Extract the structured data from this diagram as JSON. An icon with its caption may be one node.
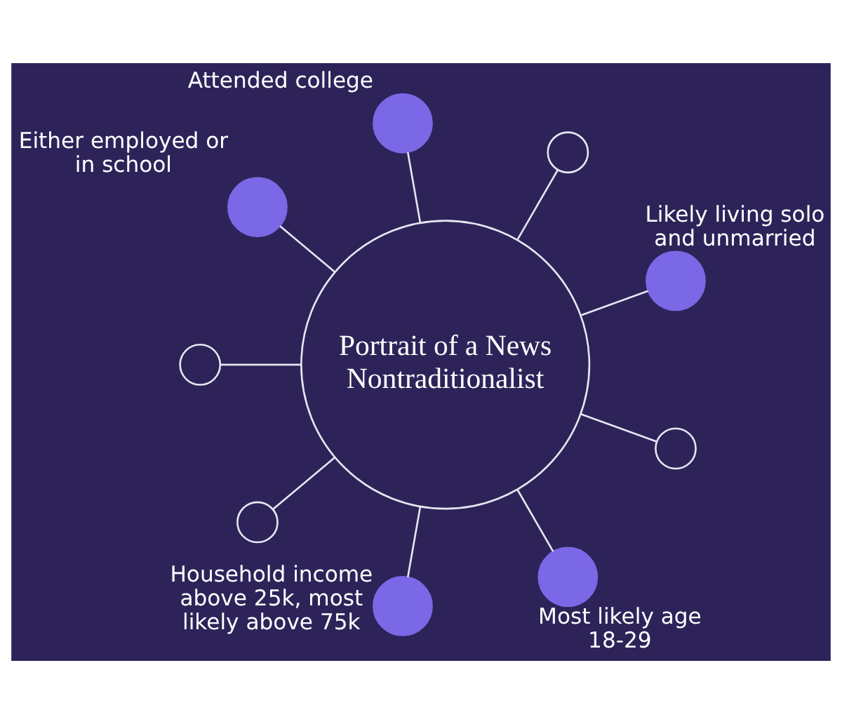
{
  "diagram": {
    "nodes": [
      {
        "text": [
          "Portrait of a News Nontraditionalist"
        ]
      },
      {
        "text": [],
        "shape": "circle",
        "beside": [
          "Likely living solo and unmarried"
        ]
      },
      {
        "text": [],
        "shape": "circle"
      },
      {
        "text": [],
        "shape": "circle",
        "beside": [
          "Attended college"
        ]
      },
      {
        "text": [],
        "shape": "circle",
        "beside": [
          "Either employed or in school"
        ]
      },
      {
        "text": [],
        "shape": "circle"
      },
      {
        "text": [],
        "shape": "circle"
      },
      {
        "text": [],
        "shape": "circle",
        "beside": [
          "Household income above 25k, most likely above 75k"
        ]
      },
      {
        "text": [],
        "shape": "circle",
        "beside": [
          "Most likely age 18-29"
        ]
      },
      {
        "text": [],
        "shape": "circle"
      }
    ],
    "edges": [
      {
        "from": 0,
        "to": 1,
        "arrow": "none"
      },
      {
        "from": 0,
        "to": 2,
        "arrow": "none"
      },
      {
        "from": 0,
        "to": 3,
        "arrow": "none"
      },
      {
        "from": 0,
        "to": 6,
        "arrow": "none"
      },
      {
        "from": 0,
        "to": 8,
        "arrow": "none"
      },
      {
        "from": 0,
        "to": 9,
        "arrow": "none"
      },
      {
        "from": 0,
        "to": 7,
        "arrow": "none"
      },
      {
        "from": 0,
        "to": 5,
        "arrow": "none"
      },
      {
        "from": 0,
        "to": 4,
        "arrow": "none"
      }
    ]
  }
}
